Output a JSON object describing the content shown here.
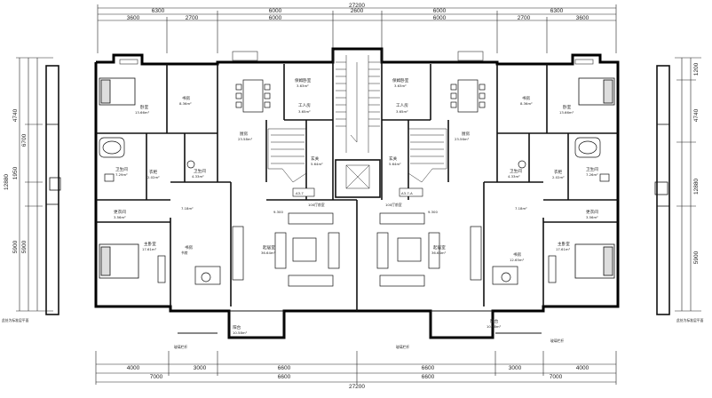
{
  "dimensions": {
    "top_total": "27200",
    "top_row2": [
      "6300",
      "6000",
      "2600",
      "6000",
      "6300"
    ],
    "top_row3": [
      "3600",
      "2700",
      "6000",
      "6000",
      "2700",
      "3600"
    ],
    "bottom_row1": [
      "4000",
      "3000",
      "6600",
      "6600",
      "3000",
      "4000"
    ],
    "bottom_row2": [
      "7000",
      "6600",
      "6600",
      "7000"
    ],
    "bottom_total": "27200",
    "left_vertical": [
      "4740",
      "6700",
      "12880",
      "1950",
      "5900",
      "5900"
    ],
    "right_vertical": [
      "1200",
      "4740",
      "12880",
      "5900"
    ]
  },
  "rooms": {
    "left_bedroom_top": {
      "name": "卧室",
      "area": "13.66m²"
    },
    "left_study": {
      "name": "书房",
      "area": "8.36m²"
    },
    "left_kitchen": {
      "name": "厨房",
      "area": "23.58m²"
    },
    "left_maid_room": {
      "name": "保姆卧室",
      "area": "3.63m²"
    },
    "left_worker": {
      "name": "工人房",
      "area": "3.65m²"
    },
    "left_bath_master": {
      "name": "卫生间",
      "area": "7.29m²"
    },
    "left_closet": {
      "name": "衣柜",
      "area": "2.02m²"
    },
    "left_wc": {
      "name": "卫生间",
      "area": "4.33m²"
    },
    "left_dressing": {
      "name": "更衣间",
      "area": "3.56m²"
    },
    "left_master_bed": {
      "name": "主卧室",
      "area": "17.61m²"
    },
    "left_bedroom2": {
      "name": "书房",
      "area": "12.67m²"
    },
    "left_hall": {
      "name": "7.18m²"
    },
    "left_living": {
      "name": "起居室",
      "area": "36.64m²"
    },
    "left_balcony": {
      "name": "阳台",
      "area": "10.58m²"
    },
    "left_foyer": {
      "name": "玄关",
      "area": "5.64m²"
    },
    "left_elevator_lobby": {
      "name": "100厅前室",
      "area": ""
    },
    "right_kitchen": {
      "name": "厨房",
      "area": "23.56m²"
    },
    "right_maid_room": {
      "name": "保姆卧室",
      "area": "3.63m²"
    },
    "right_worker": {
      "name": "工人房",
      "area": "3.65m²"
    },
    "right_study": {
      "name": "书房",
      "area": "8.36m²"
    },
    "right_bedroom_top": {
      "name": "卧室",
      "area": "13.66m²"
    },
    "right_wc": {
      "name": "卫生间",
      "area": "4.33m²"
    },
    "right_closet": {
      "name": "衣柜",
      "area": "2.02m²"
    },
    "right_bath_master": {
      "name": "卫生间",
      "area": "7.26m²"
    },
    "right_dressing": {
      "name": "更衣间",
      "area": "3.56m²"
    },
    "right_hall": {
      "name": "7.18m²"
    },
    "right_living": {
      "name": "起居室",
      "area": "36.64m²"
    },
    "right_bedroom2": {
      "name": "书房",
      "area": "12.65m²"
    },
    "right_master_bed": {
      "name": "主卧室",
      "area": "17.61m²"
    },
    "right_balcony": {
      "name": "阳台",
      "area": "10.58m²"
    },
    "right_foyer": {
      "name": "玄关",
      "area": "5.64m²"
    },
    "right_elevator_lobby": {
      "name": "100厅前室",
      "area": ""
    }
  },
  "tags": {
    "unit_left": "A3-7",
    "unit_right": "A3-7-A",
    "left_railing": "玻璃栏杆",
    "right_railing": "玻璃栏杆",
    "elev_mark_left": "9.300",
    "elev_mark_right": "9.300",
    "left_note": "此处为标准层平面",
    "right_note": "此处为标准层平面"
  }
}
